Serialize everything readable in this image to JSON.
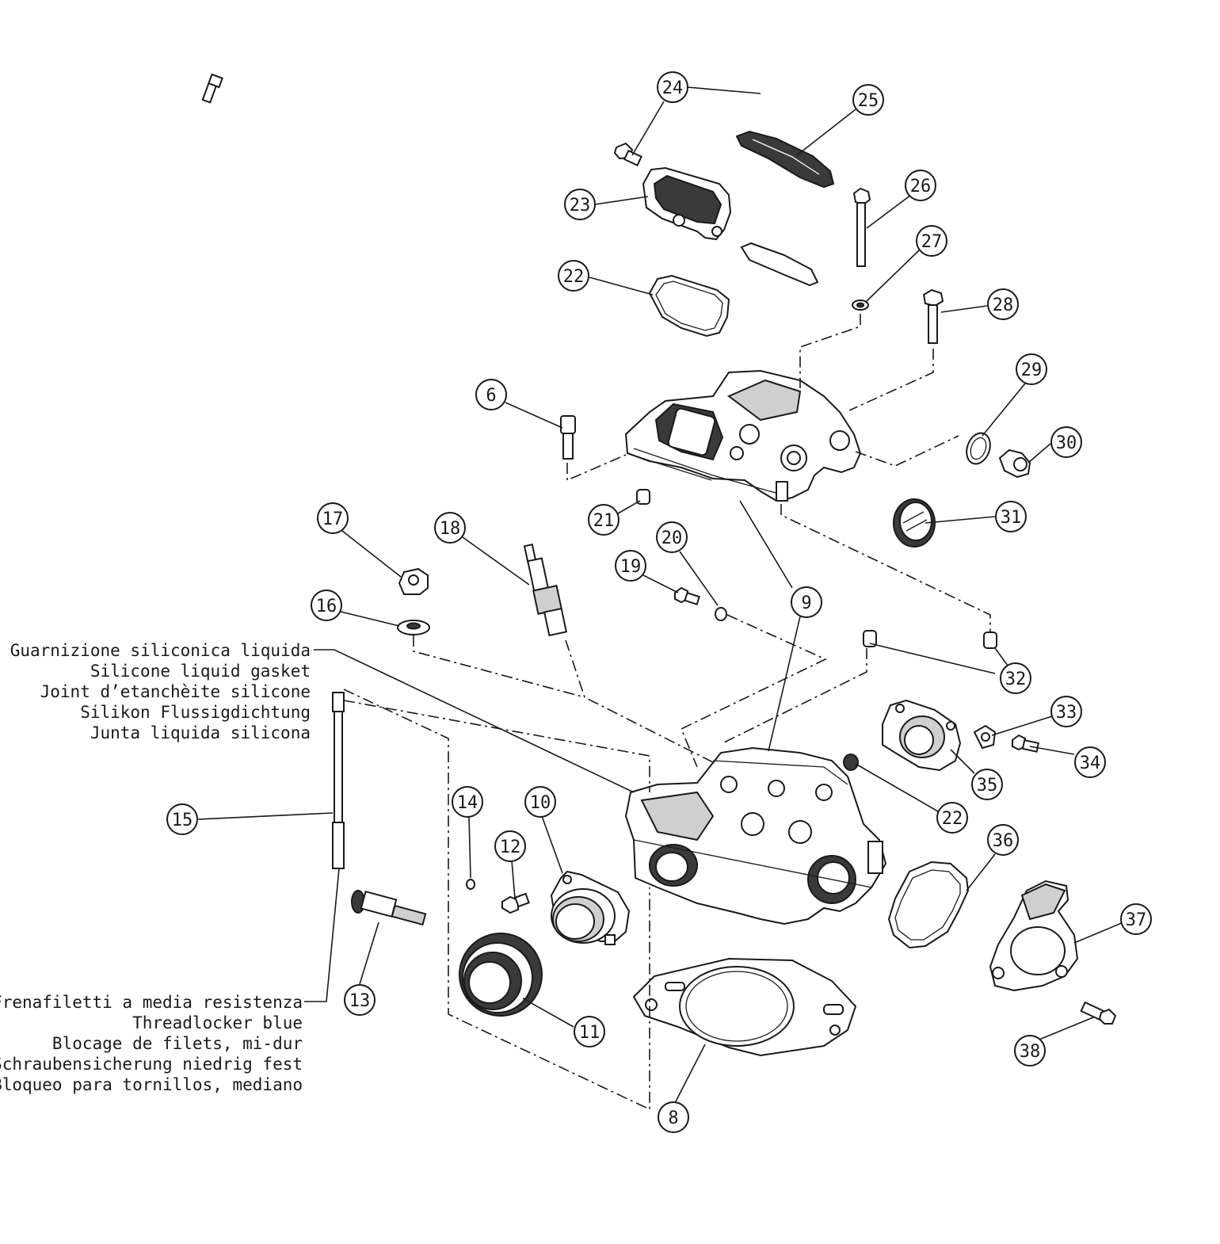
{
  "notes": {
    "silicone": [
      "Guarnizione siliconica liquida",
      "Silicone liquid gasket",
      "Joint d’etanchèite silicone",
      "Silikon Flussigdichtung",
      "Junta liquida silicona"
    ],
    "threadlocker": [
      "Frenafiletti a media resistenza",
      "Threadlocker blue",
      "Blocage de filets, mi-dur",
      "Schraubensicherung niedrig fest",
      "Bloqueo para tornillos, mediano"
    ]
  },
  "callouts": [
    "24",
    "25",
    "23",
    "26",
    "27",
    "22",
    "28",
    "29",
    "6",
    "30",
    "21",
    "31",
    "17",
    "18",
    "20",
    "19",
    "9",
    "16",
    "32",
    "33",
    "34",
    "35",
    "22",
    "14",
    "10",
    "15",
    "12",
    "36",
    "37",
    "13",
    "11",
    "38",
    "8"
  ]
}
